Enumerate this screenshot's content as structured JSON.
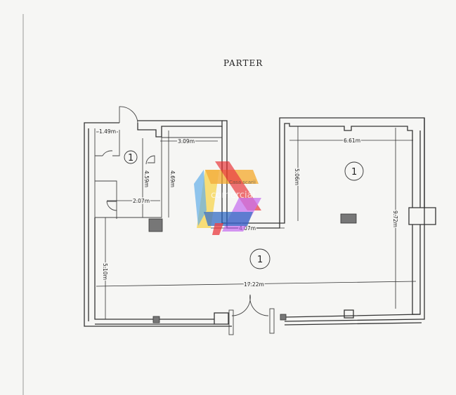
{
  "title": "PARTER",
  "dimensions": [
    "1.49m",
    "4.59m",
    "4.69m",
    "3.09m",
    "2.07m",
    "4.07m",
    "5.06m",
    "6.61m",
    "9.72m",
    "5.10m",
    "17.22m"
  ],
  "rooms": [
    "1",
    "1",
    "1"
  ],
  "watermark": {
    "text_top": "Casa scarii",
    "text_bottom": "comercial",
    "colors": [
      "#f5a623",
      "#e8262a",
      "#4aa3e8",
      "#1f5fbf",
      "#c05cf0",
      "#f7d23c"
    ]
  }
}
